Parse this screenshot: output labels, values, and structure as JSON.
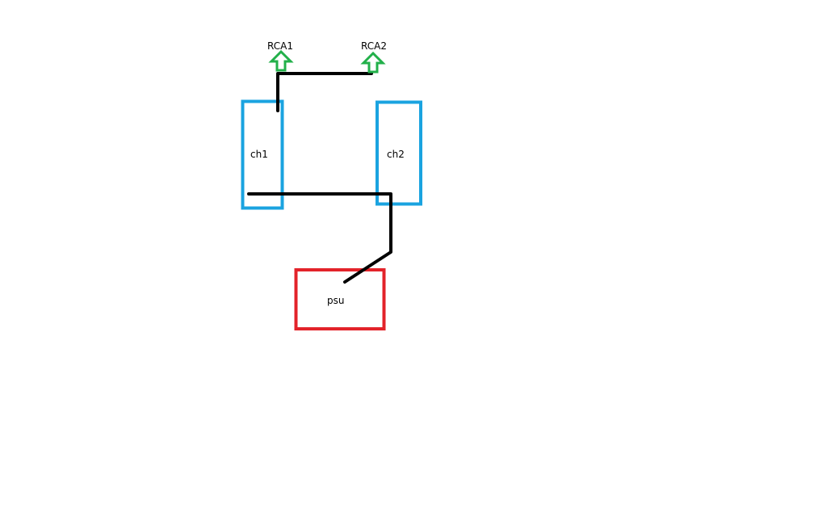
{
  "diagram": {
    "nodes": {
      "rca1": {
        "label": "RCA1"
      },
      "rca2": {
        "label": "RCA2"
      },
      "ch1": {
        "label": "ch1"
      },
      "ch2": {
        "label": "ch2"
      },
      "psu": {
        "label": "psu"
      }
    },
    "colors": {
      "channel_box": "#1aa3e0",
      "psu_box": "#e3232a",
      "arrow": "#22b04a",
      "wire": "#000000"
    },
    "icons": {
      "rca_connector": "up-arrow-icon"
    }
  }
}
